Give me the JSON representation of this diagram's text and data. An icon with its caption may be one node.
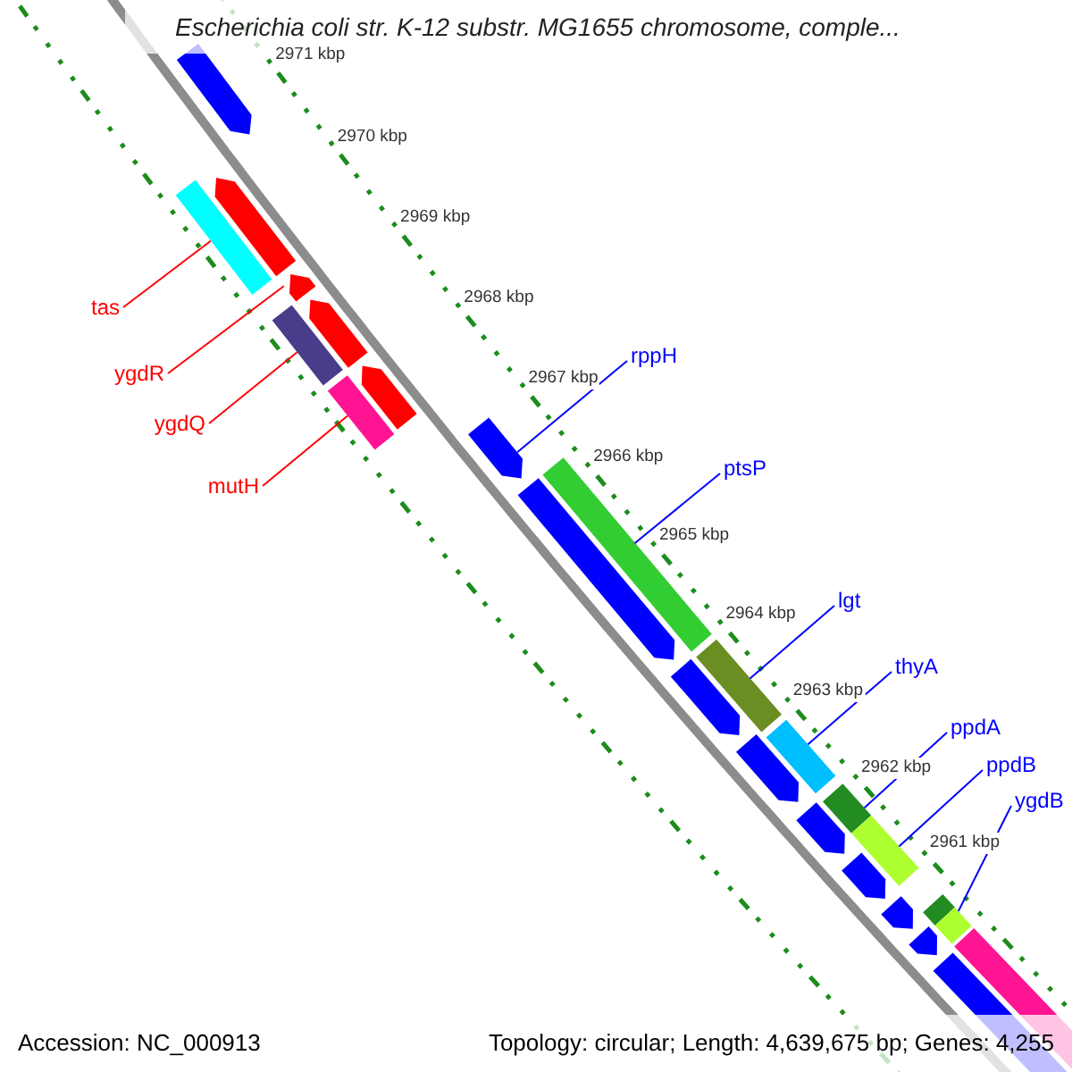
{
  "diagram": {
    "title": "Escherichia coli str. K-12 substr. MG1655 chromosome, comple...",
    "nodes": [
      {
        "text": [
          "tas"
        ]
      },
      {
        "text": [
          "ygdR"
        ]
      },
      {
        "text": [
          "ygdQ"
        ]
      },
      {
        "text": [
          "mutH"
        ]
      },
      {
        "text": [
          "rppH"
        ]
      },
      {
        "text": [
          "ptsP"
        ]
      },
      {
        "text": [
          "lgt"
        ]
      },
      {
        "text": [
          "thyA"
        ]
      },
      {
        "text": [
          "ppdA"
        ]
      },
      {
        "text": [
          "ppdB"
        ]
      },
      {
        "text": [
          "ygdB"
        ]
      },
      {
        "text": [],
        "shape": "arrow"
      },
      {
        "text": [],
        "shape": "bar"
      },
      {
        "text": [],
        "shape": "arrow"
      },
      {
        "text": [],
        "shape": "arrow"
      },
      {
        "text": [],
        "shape": "bar"
      },
      {
        "text": [],
        "shape": "arrow"
      },
      {
        "text": [],
        "shape": "bar"
      },
      {
        "text": [],
        "shape": "arrow"
      },
      {
        "text": [],
        "shape": "arrow"
      },
      {
        "text": [],
        "shape": "arrow"
      },
      {
        "text": [],
        "shape": "bar"
      },
      {
        "text": [],
        "shape": "arrow"
      },
      {
        "text": [],
        "shape": "bar"
      },
      {
        "text": [],
        "shape": "arrow"
      },
      {
        "text": [],
        "shape": "bar"
      },
      {
        "text": [],
        "shape": "arrow"
      },
      {
        "text": [],
        "shape": "bar"
      },
      {
        "text": [],
        "shape": "bar"
      },
      {
        "text": [],
        "shape": "arrow"
      },
      {
        "text": [],
        "shape": "arrow"
      },
      {
        "text": [],
        "shape": "bar"
      },
      {
        "text": [],
        "shape": "arrow"
      },
      {
        "text": [],
        "shape": "bar"
      },
      {
        "text": [],
        "shape": "bar"
      },
      {
        "text": [],
        "shape": "arrow"
      }
    ],
    "edges": [
      {
        "from": 0,
        "to": 12,
        "arrow": "none",
        "color": "#ff0000"
      },
      {
        "from": 1,
        "to": 14,
        "arrow": "none",
        "color": "#ff0000"
      },
      {
        "from": 2,
        "to": 15,
        "arrow": "none",
        "color": "#ff0000"
      },
      {
        "from": 3,
        "to": 17,
        "arrow": "none",
        "color": "#ff0000"
      },
      {
        "from": 4,
        "to": 19,
        "arrow": "none"
      },
      {
        "from": 5,
        "to": 21,
        "arrow": "none"
      },
      {
        "from": 6,
        "to": 23,
        "arrow": "none"
      },
      {
        "from": 7,
        "to": 25,
        "arrow": "none"
      },
      {
        "from": 8,
        "to": 27,
        "arrow": "none"
      },
      {
        "from": 9,
        "to": 28,
        "arrow": "none"
      },
      {
        "from": 10,
        "to": 33,
        "arrow": "none"
      }
    ],
    "labels": [
      "2971 kbp",
      "2970 kbp",
      "2969 kbp",
      "2968 kbp",
      "2967 kbp",
      "2966 kbp",
      "2965 kbp",
      "2964 kbp",
      "2963 kbp",
      "2962 kbp",
      "2961 kbp",
      "Accession: NC_000913",
      "Topology: circular; Length: 4,639,675 bp; Genes: 4,255"
    ]
  }
}
